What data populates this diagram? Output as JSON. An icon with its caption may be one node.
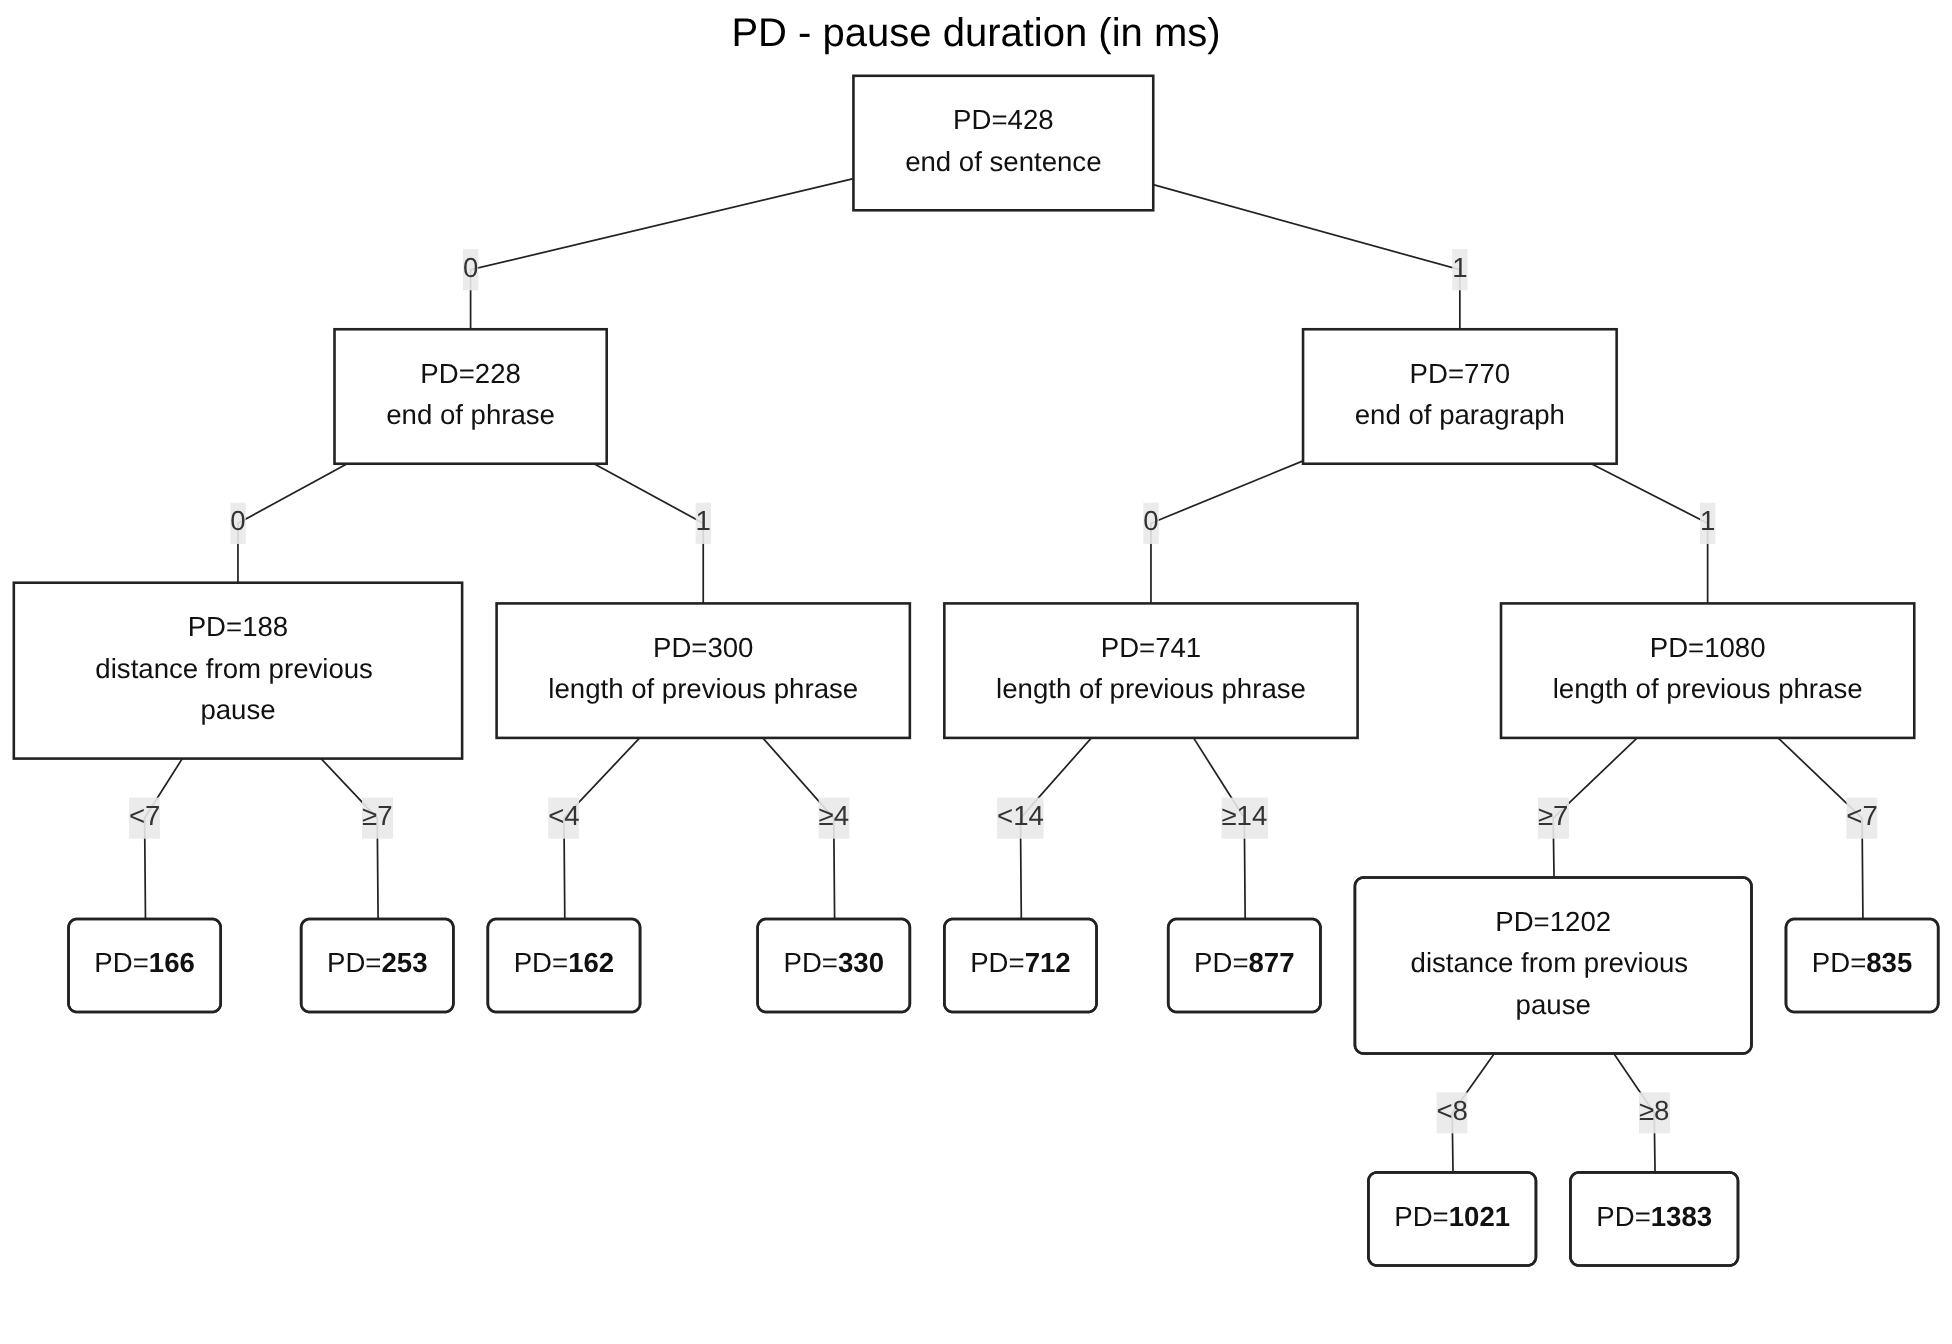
{
  "diagram": {
    "title": "PD - pause duration (in ms)",
    "nodes": [
      {
        "text": [
          "PD=428",
          "end of sentence"
        ]
      },
      {
        "text": [
          "PD=228",
          "end of phrase"
        ]
      },
      {
        "text": [
          "PD=770",
          "end of paragraph"
        ]
      },
      {
        "text": [
          "PD=188",
          "distance from previous pause"
        ]
      },
      {
        "text": [
          "PD=300",
          "length of previous phrase"
        ]
      },
      {
        "text": [
          "PD=741",
          "length of previous phrase"
        ]
      },
      {
        "text": [
          "PD=1080",
          "length of previous phrase"
        ]
      },
      {
        "text": [
          "PD=**166**"
        ]
      },
      {
        "text": [
          "PD=**253**"
        ]
      },
      {
        "text": [
          "PD=**162**"
        ]
      },
      {
        "text": [
          "PD=**330**"
        ]
      },
      {
        "text": [
          "PD=**712**"
        ]
      },
      {
        "text": [
          "PD=**877**"
        ]
      },
      {
        "text": [
          "PD=1202",
          "distance from previous pause"
        ]
      },
      {
        "text": [
          "PD=**835**"
        ]
      },
      {
        "text": [
          "PD=**1021**"
        ]
      },
      {
        "text": [
          "PD=**1383**"
        ]
      }
    ],
    "edges": [
      {
        "from": 0,
        "to": 1,
        "arrow": "none",
        "label": "0"
      },
      {
        "from": 0,
        "to": 2,
        "arrow": "none",
        "label": "1"
      },
      {
        "from": 1,
        "to": 3,
        "arrow": "none",
        "label": "0"
      },
      {
        "from": 1,
        "to": 4,
        "arrow": "none",
        "label": "1"
      },
      {
        "from": 2,
        "to": 5,
        "arrow": "none",
        "label": "0"
      },
      {
        "from": 2,
        "to": 6,
        "arrow": "none",
        "label": "1"
      },
      {
        "from": 3,
        "to": 7,
        "arrow": "none",
        "label": "<7"
      },
      {
        "from": 3,
        "to": 8,
        "arrow": "none",
        "label": "≥7"
      },
      {
        "from": 4,
        "to": 9,
        "arrow": "none",
        "label": "<4"
      },
      {
        "from": 4,
        "to": 10,
        "arrow": "none",
        "label": "≥4"
      },
      {
        "from": 5,
        "to": 11,
        "arrow": "none",
        "label": "<14"
      },
      {
        "from": 5,
        "to": 12,
        "arrow": "none",
        "label": "≥14"
      },
      {
        "from": 6,
        "to": 13,
        "arrow": "none",
        "label": "≥7"
      },
      {
        "from": 6,
        "to": 14,
        "arrow": "none",
        "label": "<7"
      },
      {
        "from": 13,
        "to": 15,
        "arrow": "none",
        "label": "<8"
      },
      {
        "from": 13,
        "to": 16,
        "arrow": "none",
        "label": "≥8"
      }
    ]
  }
}
